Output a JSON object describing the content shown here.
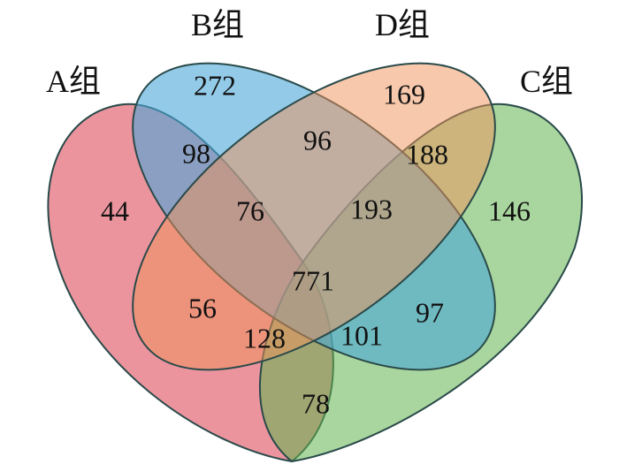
{
  "sets": [
    {
      "id": "A",
      "label": "A组",
      "color": "#e05a6a"
    },
    {
      "id": "B",
      "label": "B组",
      "color": "#4aa7d8"
    },
    {
      "id": "C",
      "label": "C组",
      "color": "#63b44e"
    },
    {
      "id": "D",
      "label": "D组",
      "color": "#f0925a"
    }
  ],
  "regions": [
    {
      "sets": [
        "A"
      ],
      "count": "44"
    },
    {
      "sets": [
        "B"
      ],
      "count": "272"
    },
    {
      "sets": [
        "D"
      ],
      "count": "169"
    },
    {
      "sets": [
        "C"
      ],
      "count": "146"
    },
    {
      "sets": [
        "A",
        "B"
      ],
      "count": "98"
    },
    {
      "sets": [
        "B",
        "D"
      ],
      "count": "96"
    },
    {
      "sets": [
        "C",
        "D"
      ],
      "count": "188"
    },
    {
      "sets": [
        "A",
        "B",
        "D"
      ],
      "count": "76"
    },
    {
      "sets": [
        "B",
        "C",
        "D"
      ],
      "count": "193"
    },
    {
      "sets": [
        "A",
        "B",
        "C",
        "D"
      ],
      "count": "771"
    },
    {
      "sets": [
        "A",
        "D"
      ],
      "count": "56"
    },
    {
      "sets": [
        "B",
        "C"
      ],
      "count": "97"
    },
    {
      "sets": [
        "A",
        "C",
        "D"
      ],
      "count": "128"
    },
    {
      "sets": [
        "A",
        "B",
        "C"
      ],
      "count": "101"
    },
    {
      "sets": [
        "A",
        "C"
      ],
      "count": "78"
    }
  ]
}
